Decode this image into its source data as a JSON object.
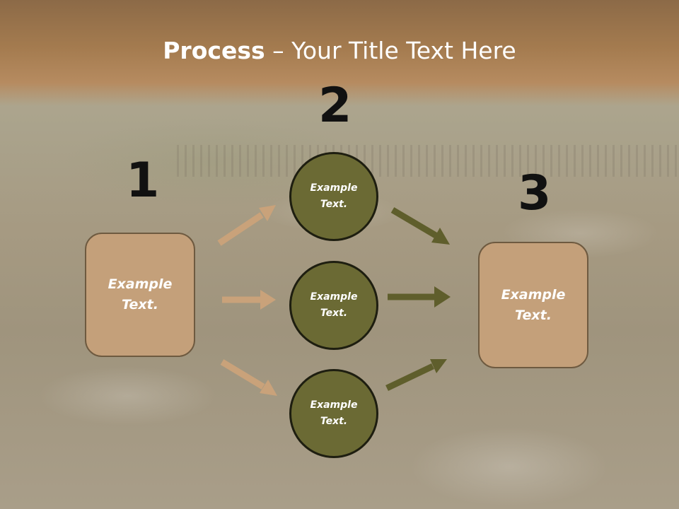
{
  "title": {
    "bold": "Process",
    "rest": " – Your Title Text Here"
  },
  "steps": {
    "n1": "1",
    "n2": "2",
    "n3": "3"
  },
  "left_box": {
    "line1": "Example",
    "line2": "Text."
  },
  "circles": [
    {
      "line1": "Example",
      "line2": "Text."
    },
    {
      "line1": "Example",
      "line2": "Text."
    },
    {
      "line1": "Example",
      "line2": "Text."
    }
  ],
  "right_box": {
    "line1": "Example",
    "line2": "Text."
  },
  "colors": {
    "box_fill": "#c4a07a",
    "circle_fill": "#6b6a34",
    "arrow_in": "#c9a27a",
    "arrow_out": "#5f5e2c"
  }
}
